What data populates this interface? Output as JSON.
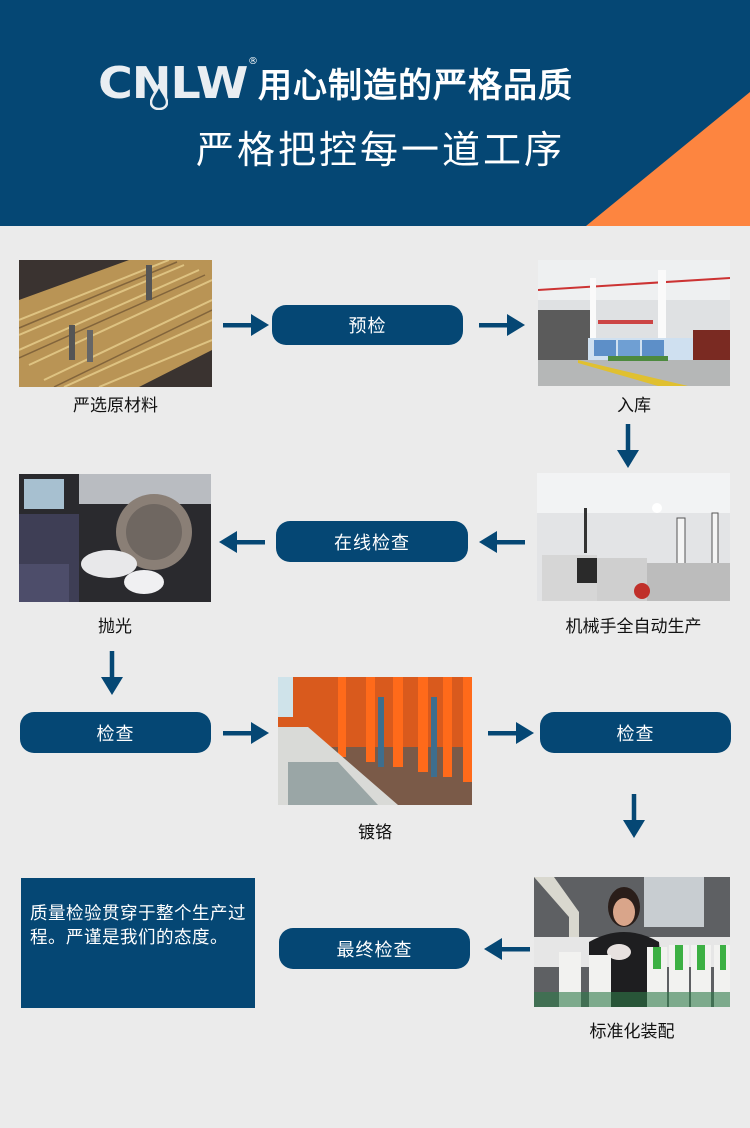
{
  "header": {
    "brand": "CNLW",
    "registered_mark": "®",
    "headline": "用心制造的严格品质",
    "subheadline": "严格把控每一道工序",
    "bg_color": "#054774",
    "accent_color": "#fd8540"
  },
  "steps": {
    "raw_material": {
      "caption": "严选原材料",
      "image": "brass-rods-photo"
    },
    "pre_inspection": {
      "label": "预检"
    },
    "warehousing": {
      "caption": "入库",
      "image": "warehouse-photo"
    },
    "robot_production": {
      "caption": "机械手全自动生产",
      "image": "cnc-robot-line-photo"
    },
    "online_inspection": {
      "label": "在线检查"
    },
    "polishing": {
      "caption": "抛光",
      "image": "polishing-wheel-photo"
    },
    "inspection_1": {
      "label": "检查"
    },
    "chrome_plating": {
      "caption": "镀铬",
      "image": "plating-line-photo"
    },
    "inspection_2": {
      "label": "检查"
    },
    "assembly": {
      "caption": "标准化装配",
      "image": "assembly-worker-photo"
    },
    "final_inspection": {
      "label": "最终检查"
    }
  },
  "note": {
    "text": "质量检验贯穿于整个生产过程。严谨是我们的态度。"
  }
}
